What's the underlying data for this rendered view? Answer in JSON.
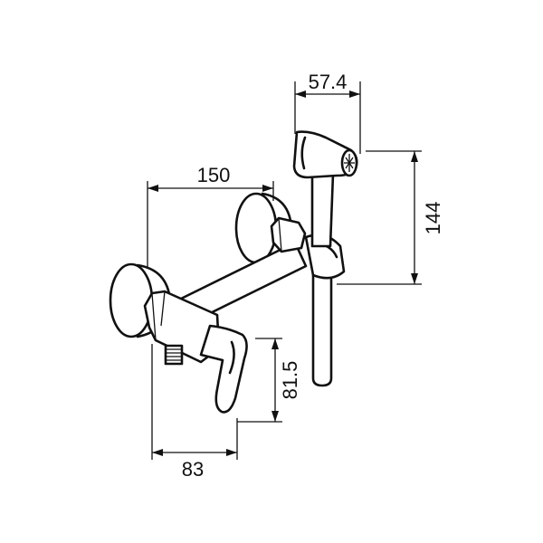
{
  "drawing": {
    "dimensions": {
      "shower_head_width": "57.4",
      "pipe_length": "150",
      "shower_height": "144",
      "valve_height": "81.5",
      "valve_width": "83"
    }
  }
}
